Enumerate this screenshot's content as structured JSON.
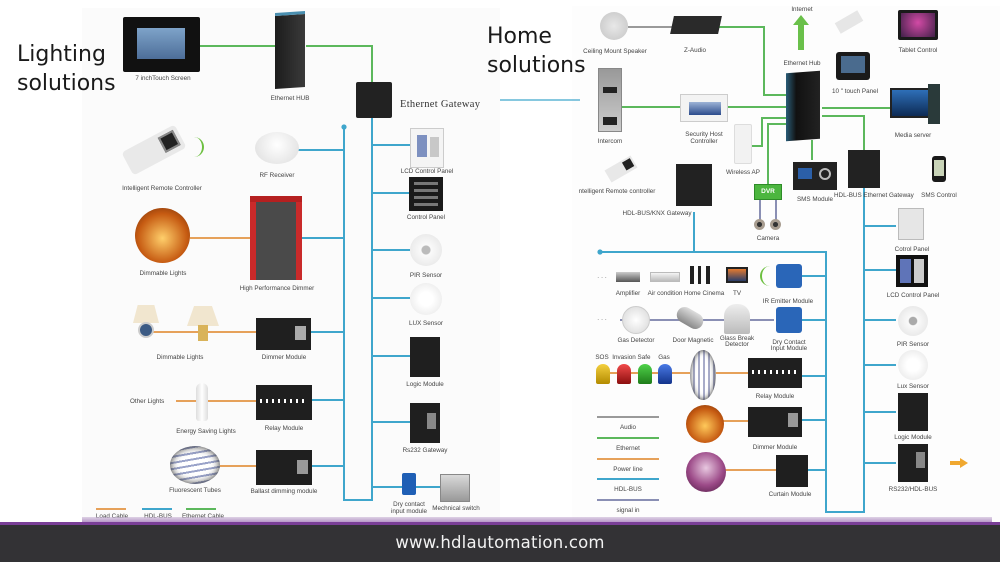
{
  "titles": {
    "lighting": [
      "Lighting",
      "solutions"
    ],
    "home": [
      "Home",
      "solutions"
    ]
  },
  "colors": {
    "hdl_bus": "#3fa6cc",
    "ethernet": "#5cb85c",
    "load": "#e6a15a",
    "audio": "#9a9a9a",
    "signal": "#8a8fb4",
    "footer_bg": "#333235",
    "footer_accent": "#7a3f97",
    "arrow": "#f0a830"
  },
  "lighting": {
    "devices": {
      "touch_screen": "7 inchTouch Screen",
      "ethernet_hub": "Ethernet HUB",
      "ethernet_gateway": "Ethernet Gateway",
      "remote": "Intelligent Remote Controller",
      "rf_receiver": "RF Receiver",
      "lcd_panel": "LCD Control Panel",
      "control_panel": "Control Panel",
      "dimmable_lights_1": "Dimmable Lights",
      "hp_dimmer": "High Performance Dimmer",
      "pir": "PIR Sensor",
      "lux": "LUX Sensor",
      "dimmable_lights_2": "Dimmable Lights",
      "dimmer_module": "Dimmer Module",
      "logic_module": "Logic Module",
      "other_lights": "Other Lights",
      "energy_saving": "Energy Saving Lights",
      "relay_module": "Relay Module",
      "rs232": "Rs232 Gateway",
      "fluorescent": "Fluorescent Tubes",
      "ballast": "Ballast dimming module",
      "dry_contact": [
        "Dry contact",
        "input module"
      ],
      "mech_switch": "Mechnical switch"
    },
    "legend": [
      {
        "label": "Load Cable",
        "color": "#e6a15a"
      },
      {
        "label": "HDL-BUS",
        "color": "#3fa6cc"
      },
      {
        "label": "Ethernet Cable",
        "color": "#5cb85c"
      }
    ]
  },
  "home": {
    "devices": {
      "speaker": "Ceiling Mount Speaker",
      "z_audio": "Z-Audio",
      "internet": "Internet",
      "ethernet_hub": "Ethernet Hub",
      "tablet": "Tablet Control",
      "touch_panel": "10 \" touch Panel",
      "intercom": "Intercom",
      "security_host": [
        "Security Host",
        "Controller"
      ],
      "wireless_ap": "Wireless AP",
      "media_server": "Media server",
      "remote": "ntelligent Remote controller",
      "knx_gateway": "HDL-BUS/KNX Gateway",
      "dvr": "DVR",
      "camera": "Camera",
      "sms_module": "SMS Module",
      "eth_gateway": "HDL-BUS Ethernet Gateway",
      "sms_control": "SMS Control",
      "control_panel": "Cotrol Panel",
      "lcd_panel": "LCD Control Panel",
      "amplifier": "Amplifier",
      "air_condition": "Air condition",
      "home_cinema": "Home Cinema",
      "tv": "TV",
      "ir_emitter": "IR Emitter Module",
      "gas_detector": "Gas Detector",
      "door_magnetic": "Door Magnetic",
      "glass_break": [
        "Glass Break",
        "Detector"
      ],
      "dry_contact": [
        "Dry Contact",
        "Input Module"
      ],
      "pir": "PIR Sensor",
      "sos": "SOS",
      "invasion": "Invasion",
      "safe": "Safe",
      "gas": "Gas",
      "relay_module": "Relay Module",
      "lux": "Lux Sensor",
      "dimmer_module": "Dimmer Module",
      "logic_module": "Logic Module",
      "curtain_module": "Curtain Module",
      "rs232": "RS232/HDL-BUS",
      "ellipsis": "· · ·"
    },
    "legend": [
      {
        "label": "Audio",
        "color": "#9a9a9a"
      },
      {
        "label": "Ethernet",
        "color": "#5cb85c"
      },
      {
        "label": "Power line",
        "color": "#e6a15a"
      },
      {
        "label": "HDL-BUS",
        "color": "#3fa6cc"
      },
      {
        "label": "signal in",
        "color": "#8a8fb4"
      }
    ]
  },
  "footer": {
    "url": "www.hdlautomation.com"
  }
}
